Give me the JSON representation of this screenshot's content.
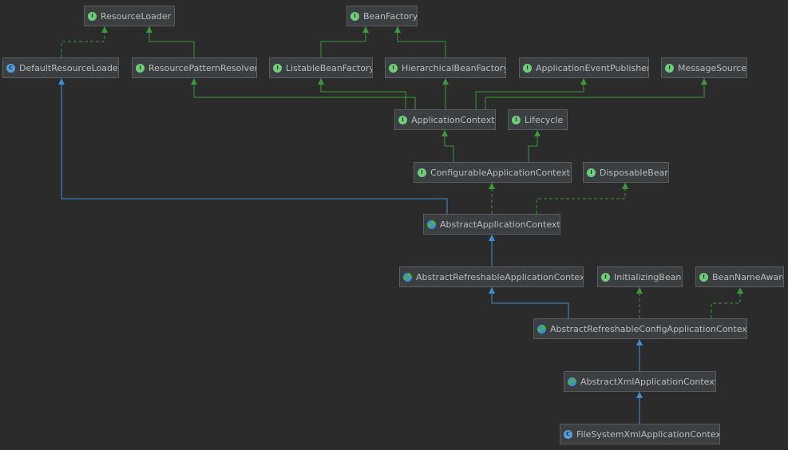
{
  "colors": {
    "background": "#2b2b2b",
    "node_fill": "#3c3f41",
    "node_border": "#5a5d5f",
    "text": "#bbbbbb",
    "implements_edge": "#3a9a3a",
    "extends_edge": "#3d8fd6"
  },
  "nodes": {
    "resource_loader": {
      "label": "ResourceLoader",
      "kind": "interface"
    },
    "bean_factory": {
      "label": "BeanFactory",
      "kind": "interface"
    },
    "default_resource_loader": {
      "label": "DefaultResourceLoader",
      "kind": "class"
    },
    "resource_pattern_resolver": {
      "label": "ResourcePatternResolver",
      "kind": "interface"
    },
    "listable_bean_factory": {
      "label": "ListableBeanFactory",
      "kind": "interface"
    },
    "hierarchical_bean_factory": {
      "label": "HierarchicalBeanFactory",
      "kind": "interface"
    },
    "application_event_publisher": {
      "label": "ApplicationEventPublisher",
      "kind": "interface"
    },
    "message_source": {
      "label": "MessageSource",
      "kind": "interface"
    },
    "application_context": {
      "label": "ApplicationContext",
      "kind": "interface"
    },
    "lifecycle": {
      "label": "Lifecycle",
      "kind": "interface"
    },
    "configurable_application_context": {
      "label": "ConfigurableApplicationContext",
      "kind": "interface"
    },
    "disposable_bean": {
      "label": "DisposableBean",
      "kind": "interface"
    },
    "abstract_application_context": {
      "label": "AbstractApplicationContext",
      "kind": "abstract"
    },
    "abstract_refreshable_application_context": {
      "label": "AbstractRefreshableApplicationContext",
      "kind": "abstract"
    },
    "initializing_bean": {
      "label": "InitializingBean",
      "kind": "interface"
    },
    "bean_name_aware": {
      "label": "BeanNameAware",
      "kind": "interface"
    },
    "abstract_refreshable_config_application_context": {
      "label": "AbstractRefreshableConfigApplicationContext",
      "kind": "abstract"
    },
    "abstract_xml_application_context": {
      "label": "AbstractXmlApplicationContext",
      "kind": "abstract"
    },
    "file_system_xml_application_context": {
      "label": "FileSystemXmlApplicationContext",
      "kind": "class"
    }
  },
  "badges": {
    "interface": "I",
    "class": "C",
    "abstract": ""
  }
}
